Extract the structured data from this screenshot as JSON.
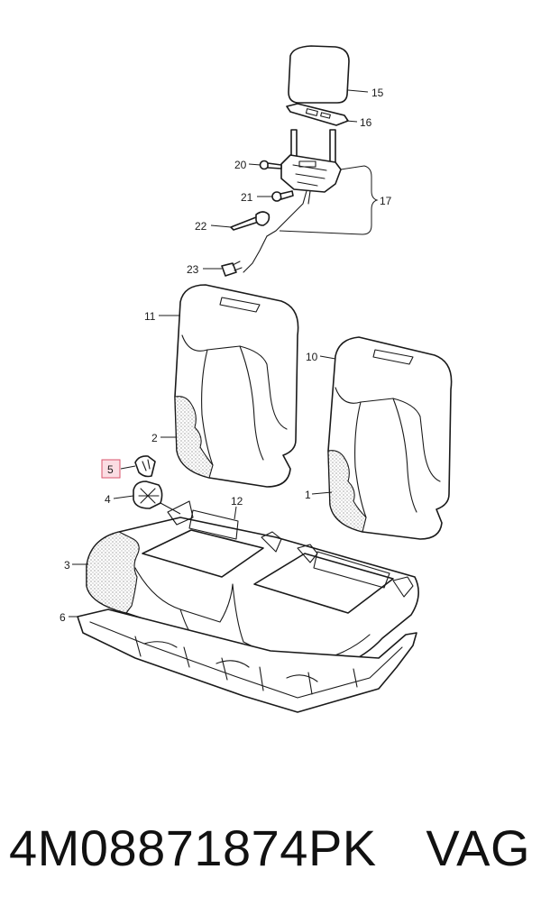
{
  "callouts": [
    {
      "id": "c15",
      "text": "15"
    },
    {
      "id": "c16",
      "text": "16"
    },
    {
      "id": "c20",
      "text": "20"
    },
    {
      "id": "c17",
      "text": "17"
    },
    {
      "id": "c21",
      "text": "21"
    },
    {
      "id": "c22",
      "text": "22"
    },
    {
      "id": "c23",
      "text": "23"
    },
    {
      "id": "c11",
      "text": "11"
    },
    {
      "id": "c10",
      "text": "10"
    },
    {
      "id": "c2",
      "text": "2"
    },
    {
      "id": "c5",
      "text": "5",
      "highlighted": true
    },
    {
      "id": "c4",
      "text": "4"
    },
    {
      "id": "c12",
      "text": "12"
    },
    {
      "id": "c1",
      "text": "1"
    },
    {
      "id": "c3",
      "text": "3"
    },
    {
      "id": "c6",
      "text": "6"
    }
  ],
  "highlight_color": "#d9536b",
  "footer": {
    "part_number": "4M08871874PK",
    "brand": "VAG"
  }
}
